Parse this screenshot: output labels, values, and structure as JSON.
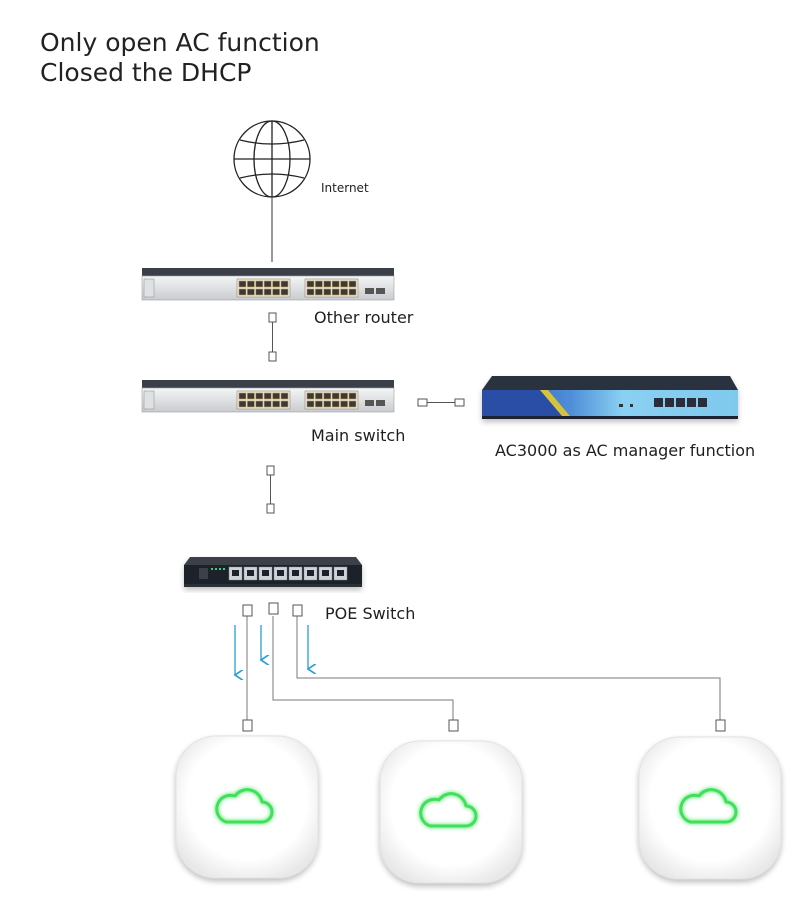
{
  "title": {
    "line1": "Only open AC function",
    "line2": "Closed the DHCP"
  },
  "labels": {
    "internet": "Internet",
    "other_router": "Other router",
    "main_switch": "Main switch",
    "ac_manager": "AC3000 as AC manager function",
    "poe_switch": "POE Switch"
  },
  "colors": {
    "arrow": "#2a9fd6",
    "cloud_icon": "#3fe05a",
    "line": "#7a7a7a"
  },
  "icons": [
    "globe-icon",
    "cloud-icon"
  ]
}
